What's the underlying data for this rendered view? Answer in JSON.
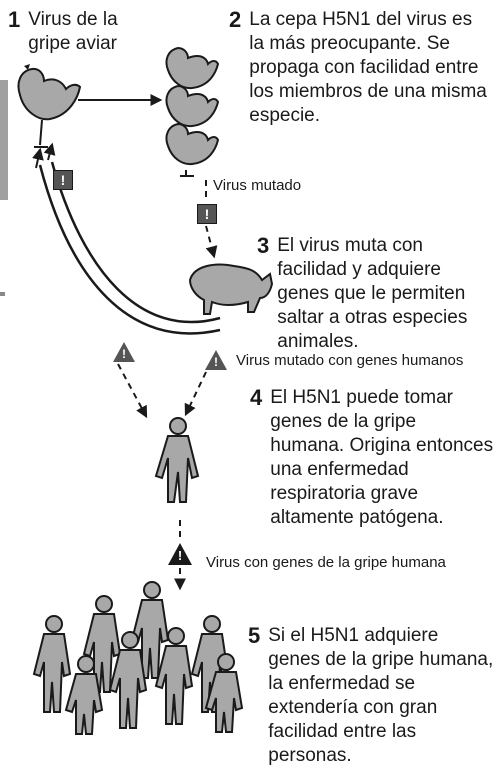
{
  "steps": [
    {
      "number": "1",
      "text": "Virus de la\ngripe aviar"
    },
    {
      "number": "2",
      "text": "La cepa H5N1 del virus es la más preocupante. Se propaga con facilidad entre los miembros de una misma especie."
    },
    {
      "number": "3",
      "text": "El virus muta con facilidad y adquiere genes que le permiten saltar a otras especies animales."
    },
    {
      "number": "4",
      "text": "El H5N1 puede tomar genes de la gripe humana. Origina entonces una enfermedad respiratoria grave altamente patógena."
    },
    {
      "number": "5",
      "text": "Si el H5N1 adquiere genes de la gripe humana, la enfermedad se extendería con gran facilidad entre las personas."
    }
  ],
  "labels": {
    "mutated": "Virus mutado",
    "mutated_human": "Virus mutado con genes humanos",
    "human_genes": "Virus con genes de la gripe humana"
  },
  "icons": {
    "mark": "!",
    "hen": "hen-icon",
    "pig": "pig-icon",
    "person": "person-icon",
    "crowd": "crowd-icon"
  },
  "colors": {
    "ink": "#1a1a1a",
    "grey": "#a8a8a8",
    "dark_grey": "#555555"
  }
}
